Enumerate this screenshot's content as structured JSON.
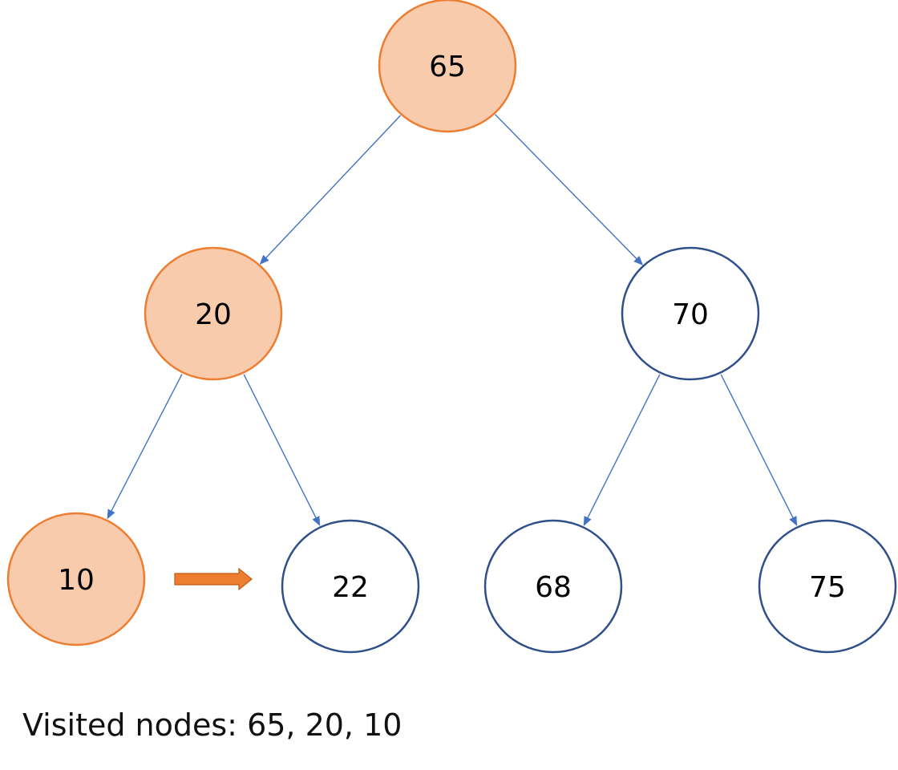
{
  "colors": {
    "visited_fill": "#f8cbad",
    "visited_stroke": "#ed7d31",
    "unvisited_fill": "#ffffff",
    "unvisited_stroke": "#2f4f8a",
    "edge": "#4472c4",
    "next_arrow": "#ed7d31"
  },
  "nodes": [
    {
      "id": "n65",
      "label": "65",
      "visited": true
    },
    {
      "id": "n20",
      "label": "20",
      "visited": true
    },
    {
      "id": "n70",
      "label": "70",
      "visited": false
    },
    {
      "id": "n10",
      "label": "10",
      "visited": true
    },
    {
      "id": "n22",
      "label": "22",
      "visited": false
    },
    {
      "id": "n68",
      "label": "68",
      "visited": false
    },
    {
      "id": "n75",
      "label": "75",
      "visited": false
    }
  ],
  "edges": [
    {
      "from": "65",
      "to": "20"
    },
    {
      "from": "65",
      "to": "70"
    },
    {
      "from": "20",
      "to": "10"
    },
    {
      "from": "20",
      "to": "22"
    },
    {
      "from": "70",
      "to": "68"
    },
    {
      "from": "70",
      "to": "75"
    }
  ],
  "next_step": {
    "from": "10",
    "to": "22"
  },
  "visited_caption": "Visited nodes: 65, 20, 10"
}
